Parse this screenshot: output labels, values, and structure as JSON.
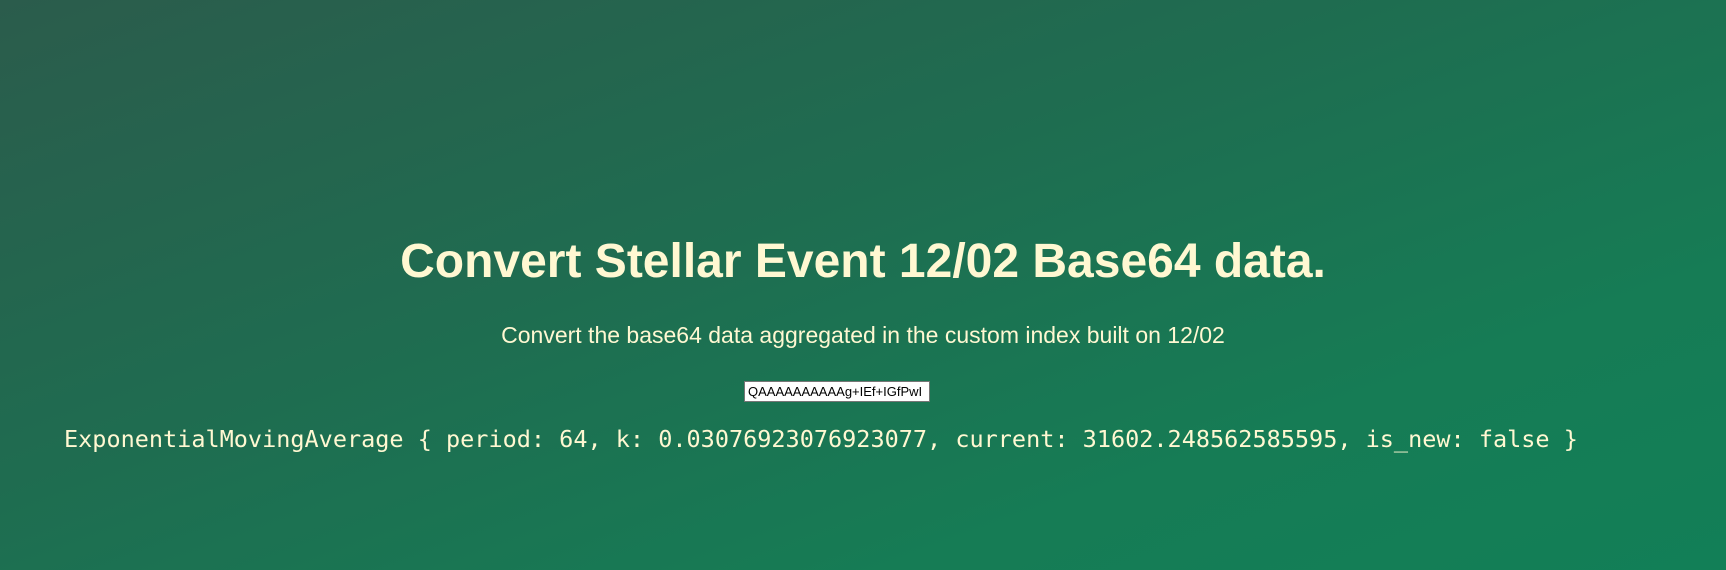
{
  "page": {
    "title": "Convert Stellar Event 12/02 Base64 data.",
    "subtitle": "Convert the base64 data aggregated in the custom index built on 12/02"
  },
  "input": {
    "value": "QAAAAAAAAAAg+IEf+IGfPwI"
  },
  "output": {
    "text": "ExponentialMovingAverage { period: 64, k: 0.03076923076923077, current: 31602.248562585595, is_new: false }"
  },
  "colors": {
    "text": "#fff8d2",
    "background_start": "#2b5c4c",
    "background_end": "#127f57"
  }
}
